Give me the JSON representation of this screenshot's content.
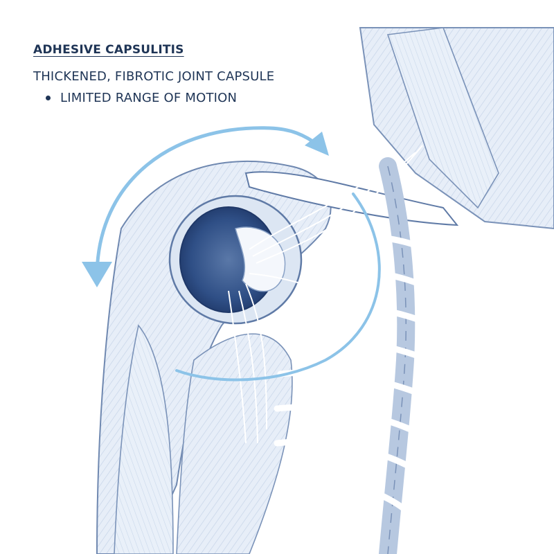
{
  "labels": {
    "title": "ADHESIVE CAPSULITIS",
    "line1": "THICKENED, FIBROTIC JOINT CAPSULE",
    "line2": "LIMITED RANGE OF MOTION"
  },
  "colors": {
    "arrow": "#8cc3e8",
    "ink": "#1f3556",
    "tissue": "#e6eef8",
    "tissue_dark": "#b8c9e0",
    "capsule": "#2f4f86",
    "bone": "#ffffff"
  },
  "icons": {
    "motion_arrow": "curved-double-arrow-icon",
    "bullet": "bullet-dot-icon"
  }
}
